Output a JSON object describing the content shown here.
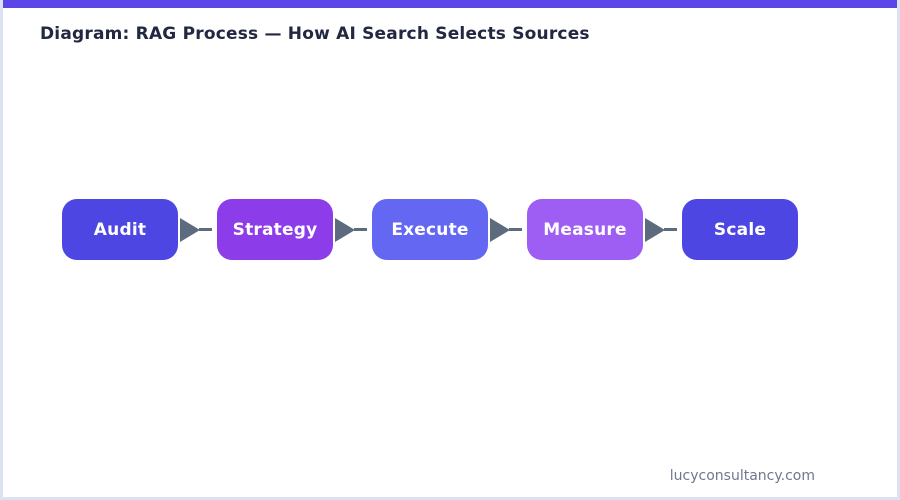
{
  "page": {
    "title": "Diagram: RAG Process — How AI Search Selects Sources",
    "footer": "lucyconsultancy.com",
    "accent_color": "#5b47e8",
    "border_color": "#dce2f2",
    "title_color": "#222742",
    "footer_color": "#6e7890"
  },
  "diagram": {
    "type": "flow",
    "arrow_color": "#5d6b7f",
    "steps": [
      {
        "label": "Audit",
        "color": "#4e46e3"
      },
      {
        "label": "Strategy",
        "color": "#8d3ce9"
      },
      {
        "label": "Execute",
        "color": "#6367f1"
      },
      {
        "label": "Measure",
        "color": "#9e5ef3"
      },
      {
        "label": "Scale",
        "color": "#4e46e3"
      }
    ]
  }
}
